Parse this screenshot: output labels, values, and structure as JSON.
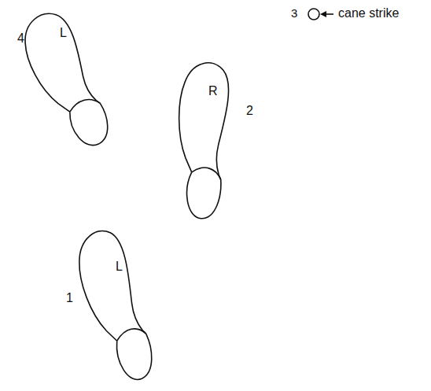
{
  "diagram": {
    "nodes": [
      {
        "text": [
          "L"
        ]
      },
      {
        "text": [
          "R"
        ]
      },
      {
        "text": [
          "L"
        ]
      }
    ],
    "labels": [
      "3",
      "cane strike",
      "4",
      "2",
      "1"
    ]
  }
}
